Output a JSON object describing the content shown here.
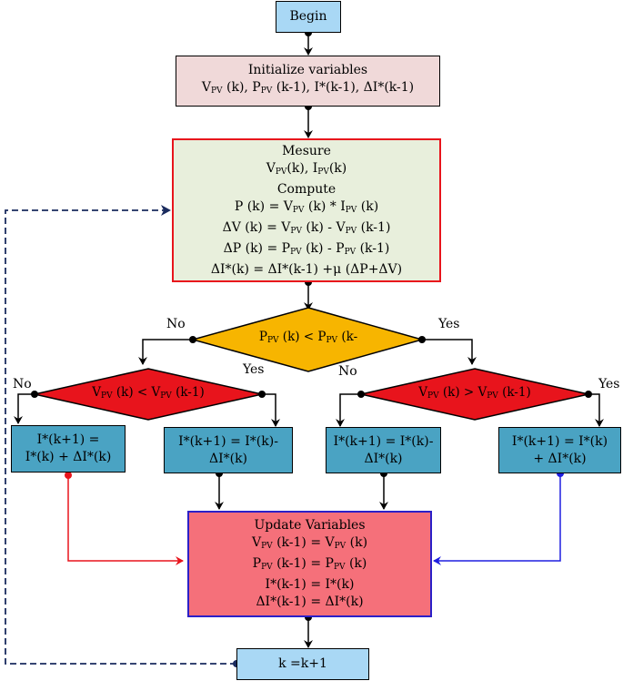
{
  "nodes": {
    "begin": {
      "label": "Begin"
    },
    "init": {
      "lines": [
        "Initialize variables",
        "V<sub>PV</sub> (k), P<sub>PV</sub> (k-1), I*(k-1), ΔI*(k-1)"
      ]
    },
    "compute": {
      "lines": [
        "Mesure",
        "V<sub>PV</sub>(k), I<sub>PV</sub>(k)",
        "Compute",
        "P (k) = V<sub>PV</sub> (k) * I<sub>PV</sub> (k)",
        "ΔV (k) = V<sub>PV</sub> (k) - V<sub>PV</sub> (k-1)",
        "ΔP (k) = P<sub>PV</sub> (k) - P<sub>PV</sub> (k-1)",
        "ΔI*(k) = ΔI*(k-1) +μ (ΔP+ΔV)"
      ]
    },
    "decision_p": {
      "label": "P<sub>PV</sub> (k) < P<sub>PV</sub> (k-"
    },
    "decision_v_left": {
      "label": "V<sub>PV</sub> (k) < V<sub>PV</sub> (k-1)"
    },
    "decision_v_right": {
      "label": "V<sub>PV</sub> (k) > V<sub>PV</sub> (k-1)"
    },
    "act1": {
      "lines": [
        "I*(k+1) =",
        "I*(k) + ΔI*(k)"
      ]
    },
    "act2": {
      "lines": [
        "I*(k+1) = I*(k)-",
        "ΔI*(k)"
      ]
    },
    "act3": {
      "lines": [
        "I*(k+1) = I*(k)-",
        "ΔI*(k)"
      ]
    },
    "act4": {
      "lines": [
        "I*(k+1) = I*(k)",
        "+ ΔI*(k)"
      ]
    },
    "update": {
      "lines": [
        "Update Variables",
        "V<sub>PV</sub> (k-1) = V<sub>PV</sub> (k)",
        "P<sub>PV</sub> (k-1) = P<sub>PV</sub> (k)",
        "I*(k-1) = I*(k)",
        "ΔI*(k-1) = ΔI*(k)"
      ]
    },
    "increment": {
      "label": "k =k+1"
    }
  },
  "edge_labels": {
    "p_no": "No",
    "p_yes": "Yes",
    "left_no": "No",
    "left_yes": "Yes",
    "right_no": "No",
    "right_yes": "Yes"
  },
  "colors": {
    "terminal": "#a9d8f5",
    "init": "#f0d9d9",
    "compute_fill": "#e8efdc",
    "compute_border": "#e8141c",
    "decision_p": "#f7b500",
    "decision_v": "#e8141c",
    "action": "#4aa3c3",
    "update_fill": "#f5707a",
    "update_border": "#2b20c8",
    "red_line": "#e8141c",
    "blue_line": "#1e1ee0",
    "dashed_line": "#1a2b5e"
  }
}
